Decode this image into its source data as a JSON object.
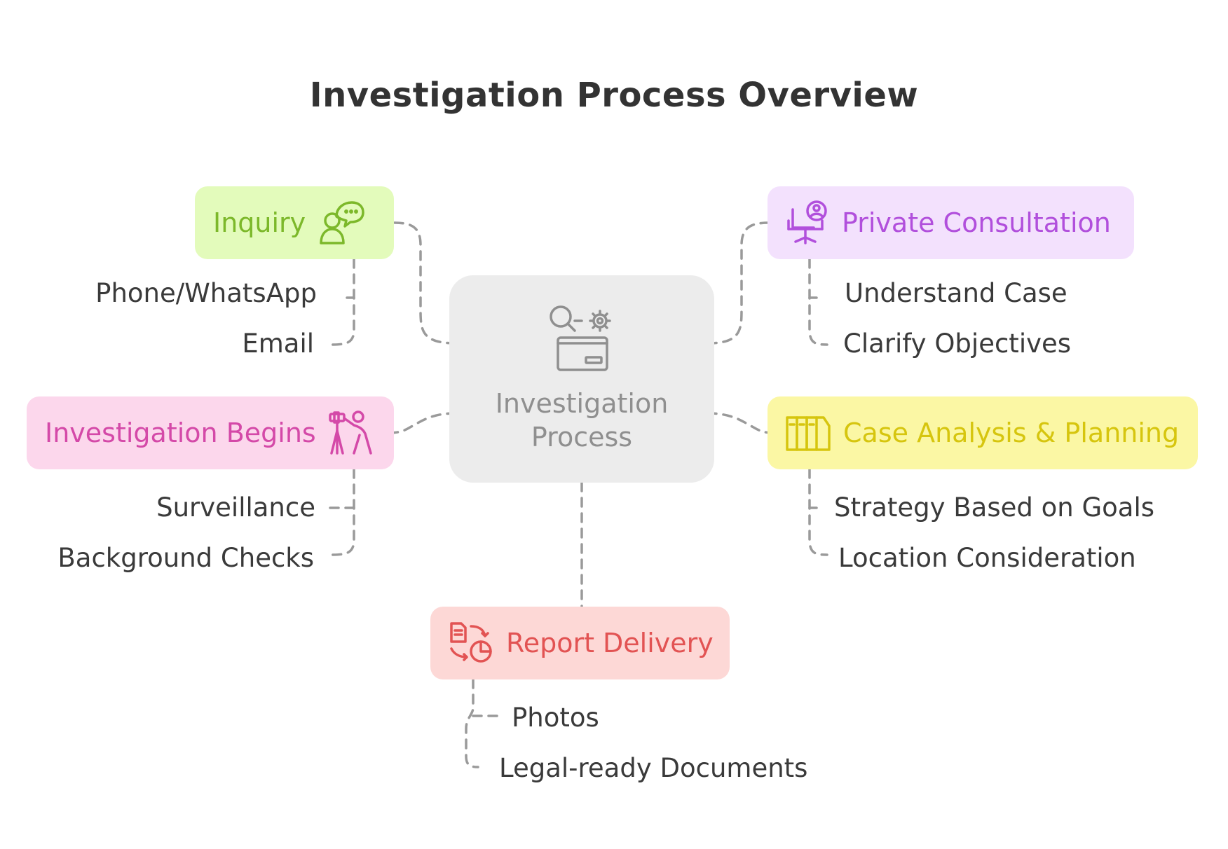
{
  "title": "Investigation Process Overview",
  "center": {
    "label_line1": "Investigation",
    "label_line2": "Process",
    "icon": "magnifier-gear-folder-icon",
    "color": "#8f8f8f"
  },
  "nodes": {
    "inquiry": {
      "label": "Inquiry",
      "icon": "person-chat-icon",
      "color": "#7cb82a",
      "background": "#e3fbbb",
      "items": [
        "Phone/WhatsApp",
        "Email"
      ]
    },
    "consultation": {
      "label": "Private Consultation",
      "icon": "office-chair-user-icon",
      "color": "#b14fdc",
      "background": "#f3e1fd",
      "items": [
        "Understand Case",
        "Clarify Objectives"
      ]
    },
    "begins": {
      "label": "Investigation Begins",
      "icon": "person-telescope-icon",
      "color": "#d449a8",
      "background": "#fcd7ec",
      "items": [
        "Surveillance",
        "Background Checks"
      ]
    },
    "analysis": {
      "label": "Case Analysis & Planning",
      "icon": "binders-icon",
      "color": "#d6c50e",
      "background": "#fbf7a4",
      "items": [
        "Strategy Based on Goals",
        "Location Consideration"
      ]
    },
    "report": {
      "label": "Report Delivery",
      "icon": "document-chart-exchange-icon",
      "color": "#e25353",
      "background": "#fdd8d6",
      "items": [
        "Photos",
        "Legal-ready Documents"
      ]
    }
  },
  "connector_color": "#9a9a9a"
}
